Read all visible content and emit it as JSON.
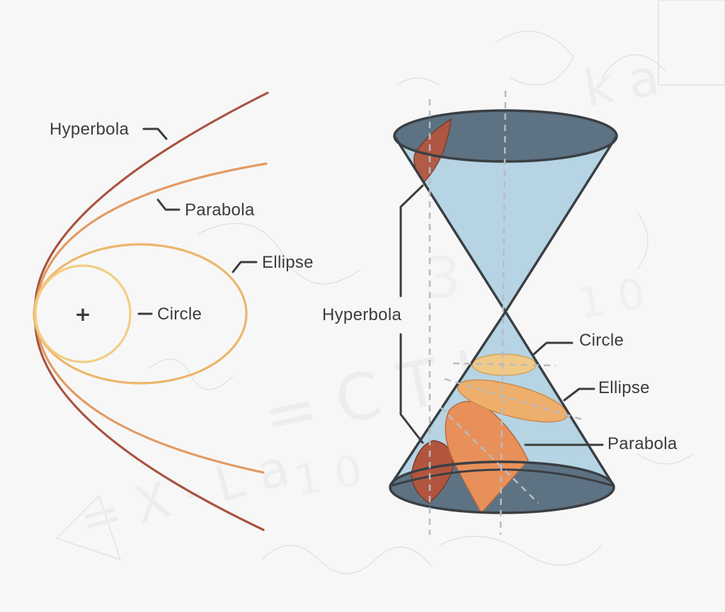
{
  "colors": {
    "background": "#f7f7f7",
    "hyperbola": "#a9533f",
    "parabola": "#e39a62",
    "ellipse": "#ecb66a",
    "circle": "#f3cd82",
    "cone_fill": "#b6d4e3",
    "cone_cap": "#5d7282",
    "cone_outline": "#3a3f44",
    "leader": "#3c3c3c"
  },
  "left_diagram": {
    "labels": {
      "hyperbola": "Hyperbola",
      "parabola": "Parabola",
      "ellipse": "Ellipse",
      "circle": "Circle"
    },
    "focus_marker": "+"
  },
  "right_diagram": {
    "labels": {
      "hyperbola": "Hyperbola",
      "circle": "Circle",
      "ellipse": "Ellipse",
      "parabola": "Parabola"
    }
  }
}
